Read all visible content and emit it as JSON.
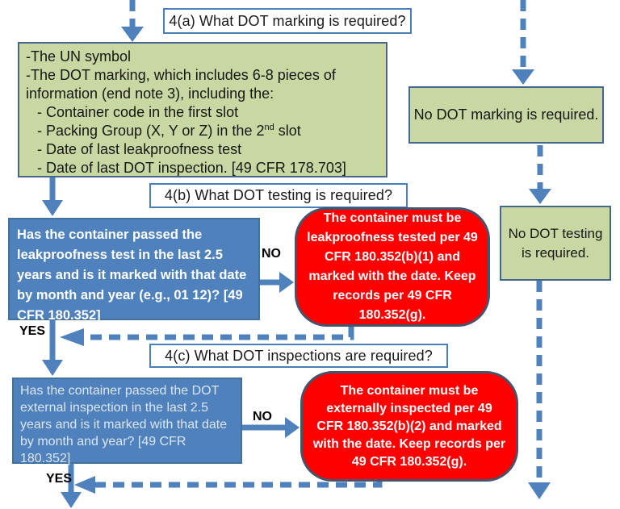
{
  "colors": {
    "accent_blue": "#4f81bd",
    "dark_border": "#44546a",
    "green_fill": "#c9d8a2",
    "green_border": "#44678d",
    "blue_fill": "#4f81bd",
    "red_fill": "#fe0000",
    "title_border": "#4a7ebb",
    "question2_text": "#dce6f2"
  },
  "titles": {
    "q4a": "4(a) What DOT marking is required?",
    "q4b": "4(b) What DOT testing is required?",
    "q4c": "4(c) What DOT inspections are required?"
  },
  "marking_info_box": {
    "line1": "-The UN symbol",
    "line2": "-The DOT marking, which includes 6-8 pieces of",
    "line3": "information (end note 3), including the:",
    "bullet1": "- Container code in the first slot",
    "bullet2_pre": "- Packing Group (X, Y or Z) in the 2",
    "bullet2_sup": "nd",
    "bullet2_post": " slot",
    "bullet3": "- Date of last leakproofness test",
    "bullet4": "- Date of last DOT inspection. [49 CFR 178.703]"
  },
  "no_marking_box": {
    "text": "No DOT marking is required."
  },
  "no_testing_box": {
    "text": "No DOT testing is required."
  },
  "leakproof_question_box": {
    "text": "Has the container passed the leakproofness test in the last 2.5 years and is it marked with that date by month and year (e.g., 01 12)?  [49 CFR 180.352]"
  },
  "leakproof_action_box": {
    "text": "The container must be leakproofness tested per 49 CFR 180.352(b)(1) and marked with the date. Keep records per 49 CFR 180.352(g)."
  },
  "inspection_question_box": {
    "text": "Has the container passed the DOT external inspection in the last 2.5 years and is it marked with that date by month and year? [49 CFR 180.352]"
  },
  "inspection_action_box": {
    "text": "The container must be externally inspected per 49 CFR 180.352(b)(2)  and marked with the date. Keep records per 49 CFR 180.352(g)."
  },
  "labels": {
    "yes1": "YES",
    "no1": "NO",
    "yes2": "YES",
    "no2": "NO"
  }
}
